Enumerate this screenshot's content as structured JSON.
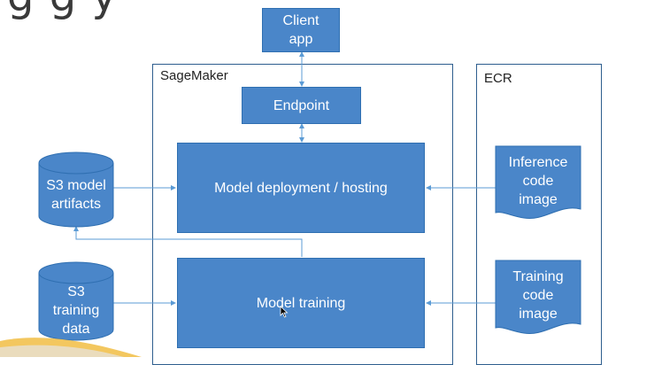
{
  "header": {
    "title_fragment": "g        g    y"
  },
  "nodes": {
    "client_app": "Client\napp",
    "endpoint": "Endpoint",
    "model_deployment": "Model deployment / hosting",
    "model_training": "Model training",
    "s3_model_artifacts": "S3 model\nartifacts",
    "s3_training_data": "S3\ntraining\ndata",
    "inference_image": "Inference\ncode\nimage",
    "training_image": "Training\ncode\nimage"
  },
  "containers": {
    "sagemaker": "SageMaker",
    "ecr": "ECR"
  },
  "colors": {
    "node_fill": "#4a86c9",
    "connector": "#5b9bd5",
    "frame_border": "#2e5e8e"
  }
}
